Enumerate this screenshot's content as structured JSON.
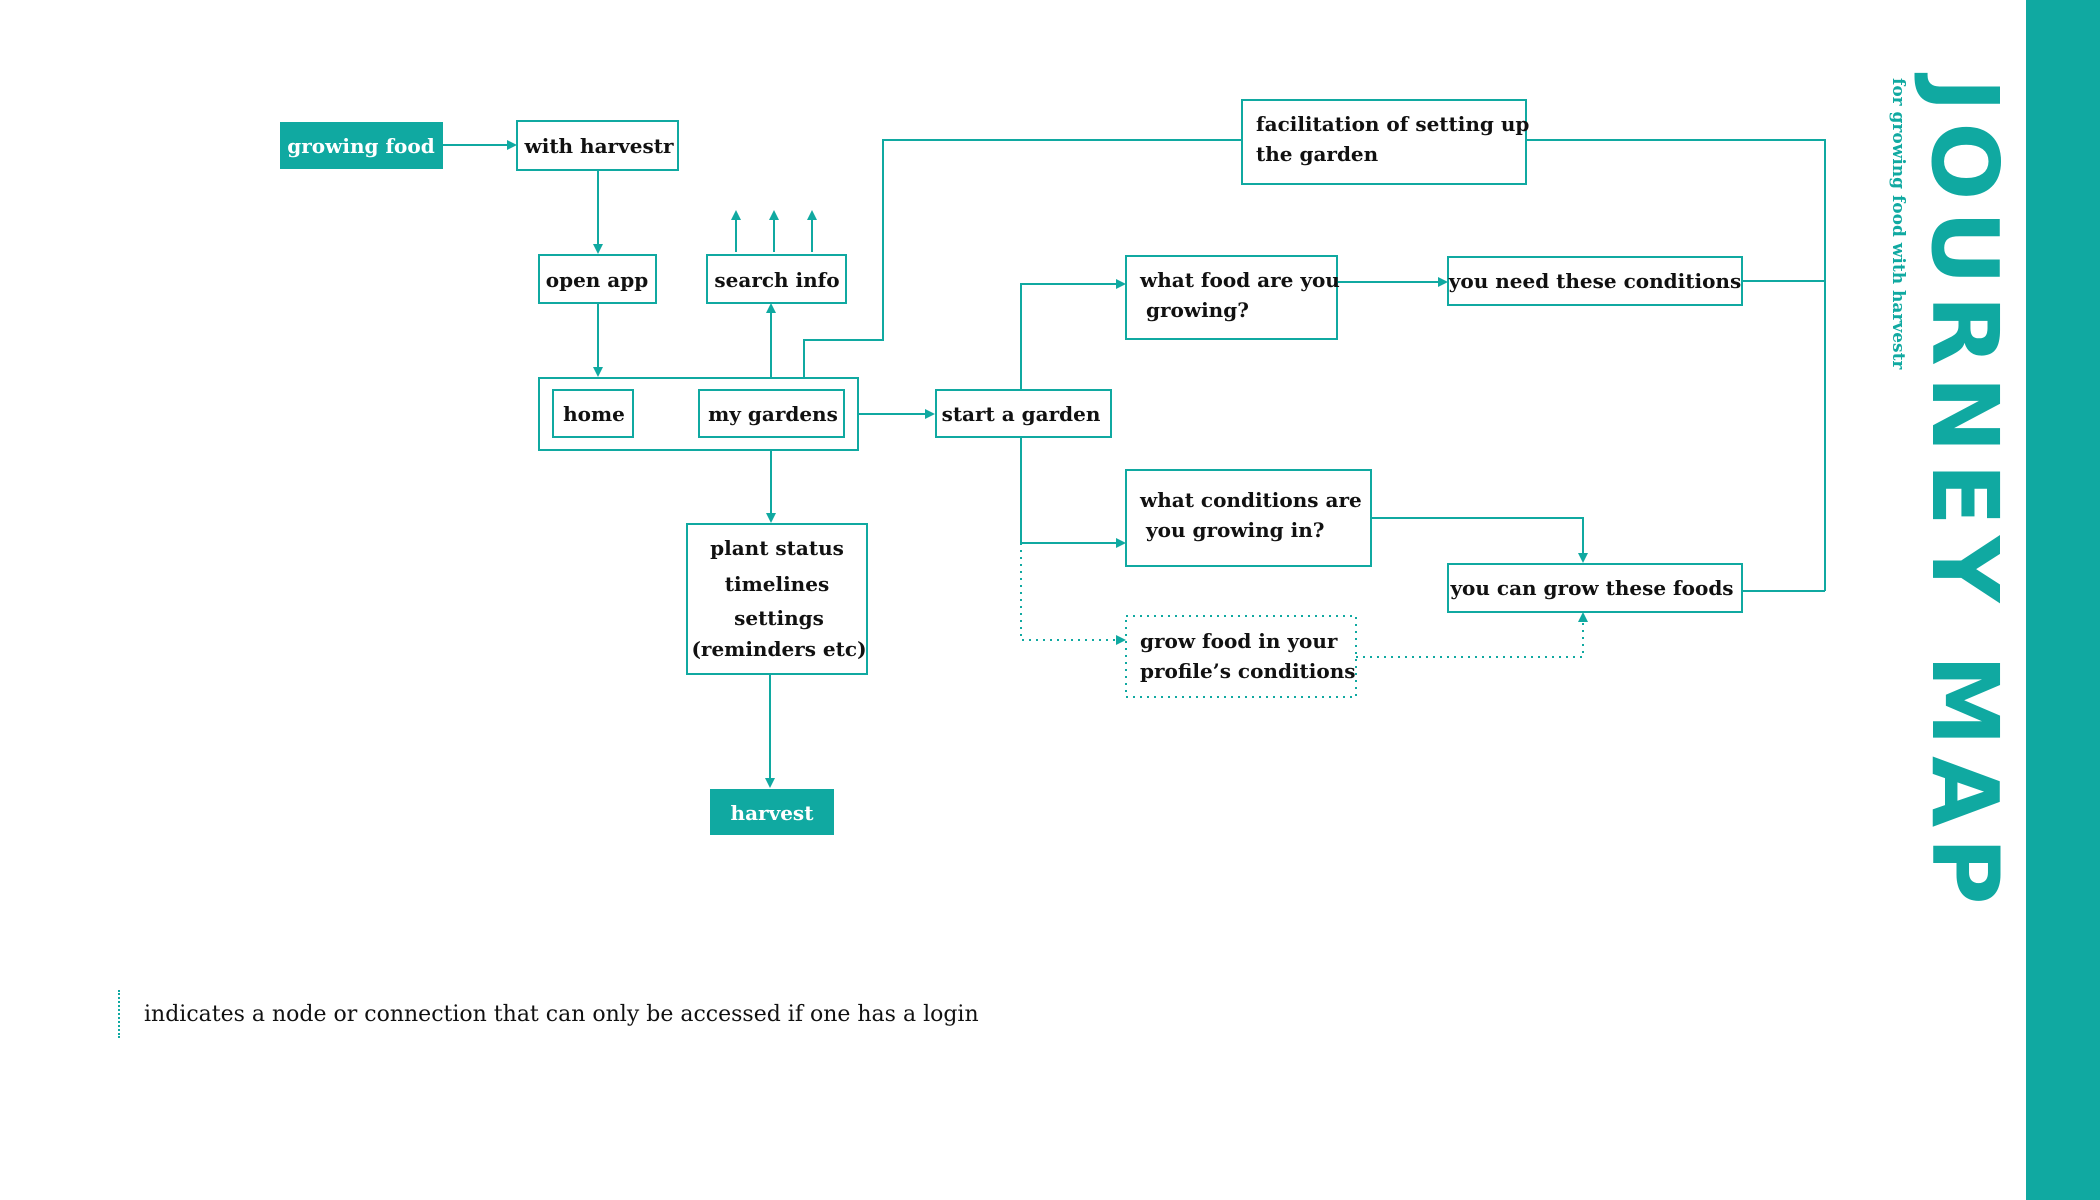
{
  "colors": {
    "accent": "#10a9a1",
    "text": "#111111",
    "background": "#ffffff"
  },
  "title": {
    "main": "JOURNEY MAP",
    "subtitle": "for growing food with harvestr"
  },
  "legend": {
    "text": "indicates a node or connection that can only be accessed if one has a login"
  },
  "nodes": {
    "growing_food": {
      "lines": [
        "growing food"
      ]
    },
    "with_harvestr": {
      "lines": [
        "with harvestr"
      ]
    },
    "open_app": {
      "lines": [
        "open app"
      ]
    },
    "search_info": {
      "lines": [
        "search info"
      ]
    },
    "home": {
      "lines": [
        "home"
      ]
    },
    "my_gardens": {
      "lines": [
        "my gardens"
      ]
    },
    "plant_status": {
      "lines": [
        "plant status",
        "timelines",
        "settings",
        "(reminders etc)"
      ]
    },
    "harvest": {
      "lines": [
        "harvest"
      ]
    },
    "start_garden": {
      "lines": [
        "start a garden"
      ]
    },
    "what_food": {
      "lines": [
        "what food are you",
        "growing?"
      ]
    },
    "what_conditions": {
      "lines": [
        "what conditions are",
        "you growing in?"
      ]
    },
    "grow_profile": {
      "lines": [
        "grow food in your",
        "profile’s conditions"
      ]
    },
    "need_conditions": {
      "lines": [
        "you need these conditions"
      ]
    },
    "can_grow": {
      "lines": [
        "you can grow these foods"
      ]
    },
    "facilitation": {
      "lines": [
        "facilitation of setting up",
        "the garden"
      ]
    }
  }
}
